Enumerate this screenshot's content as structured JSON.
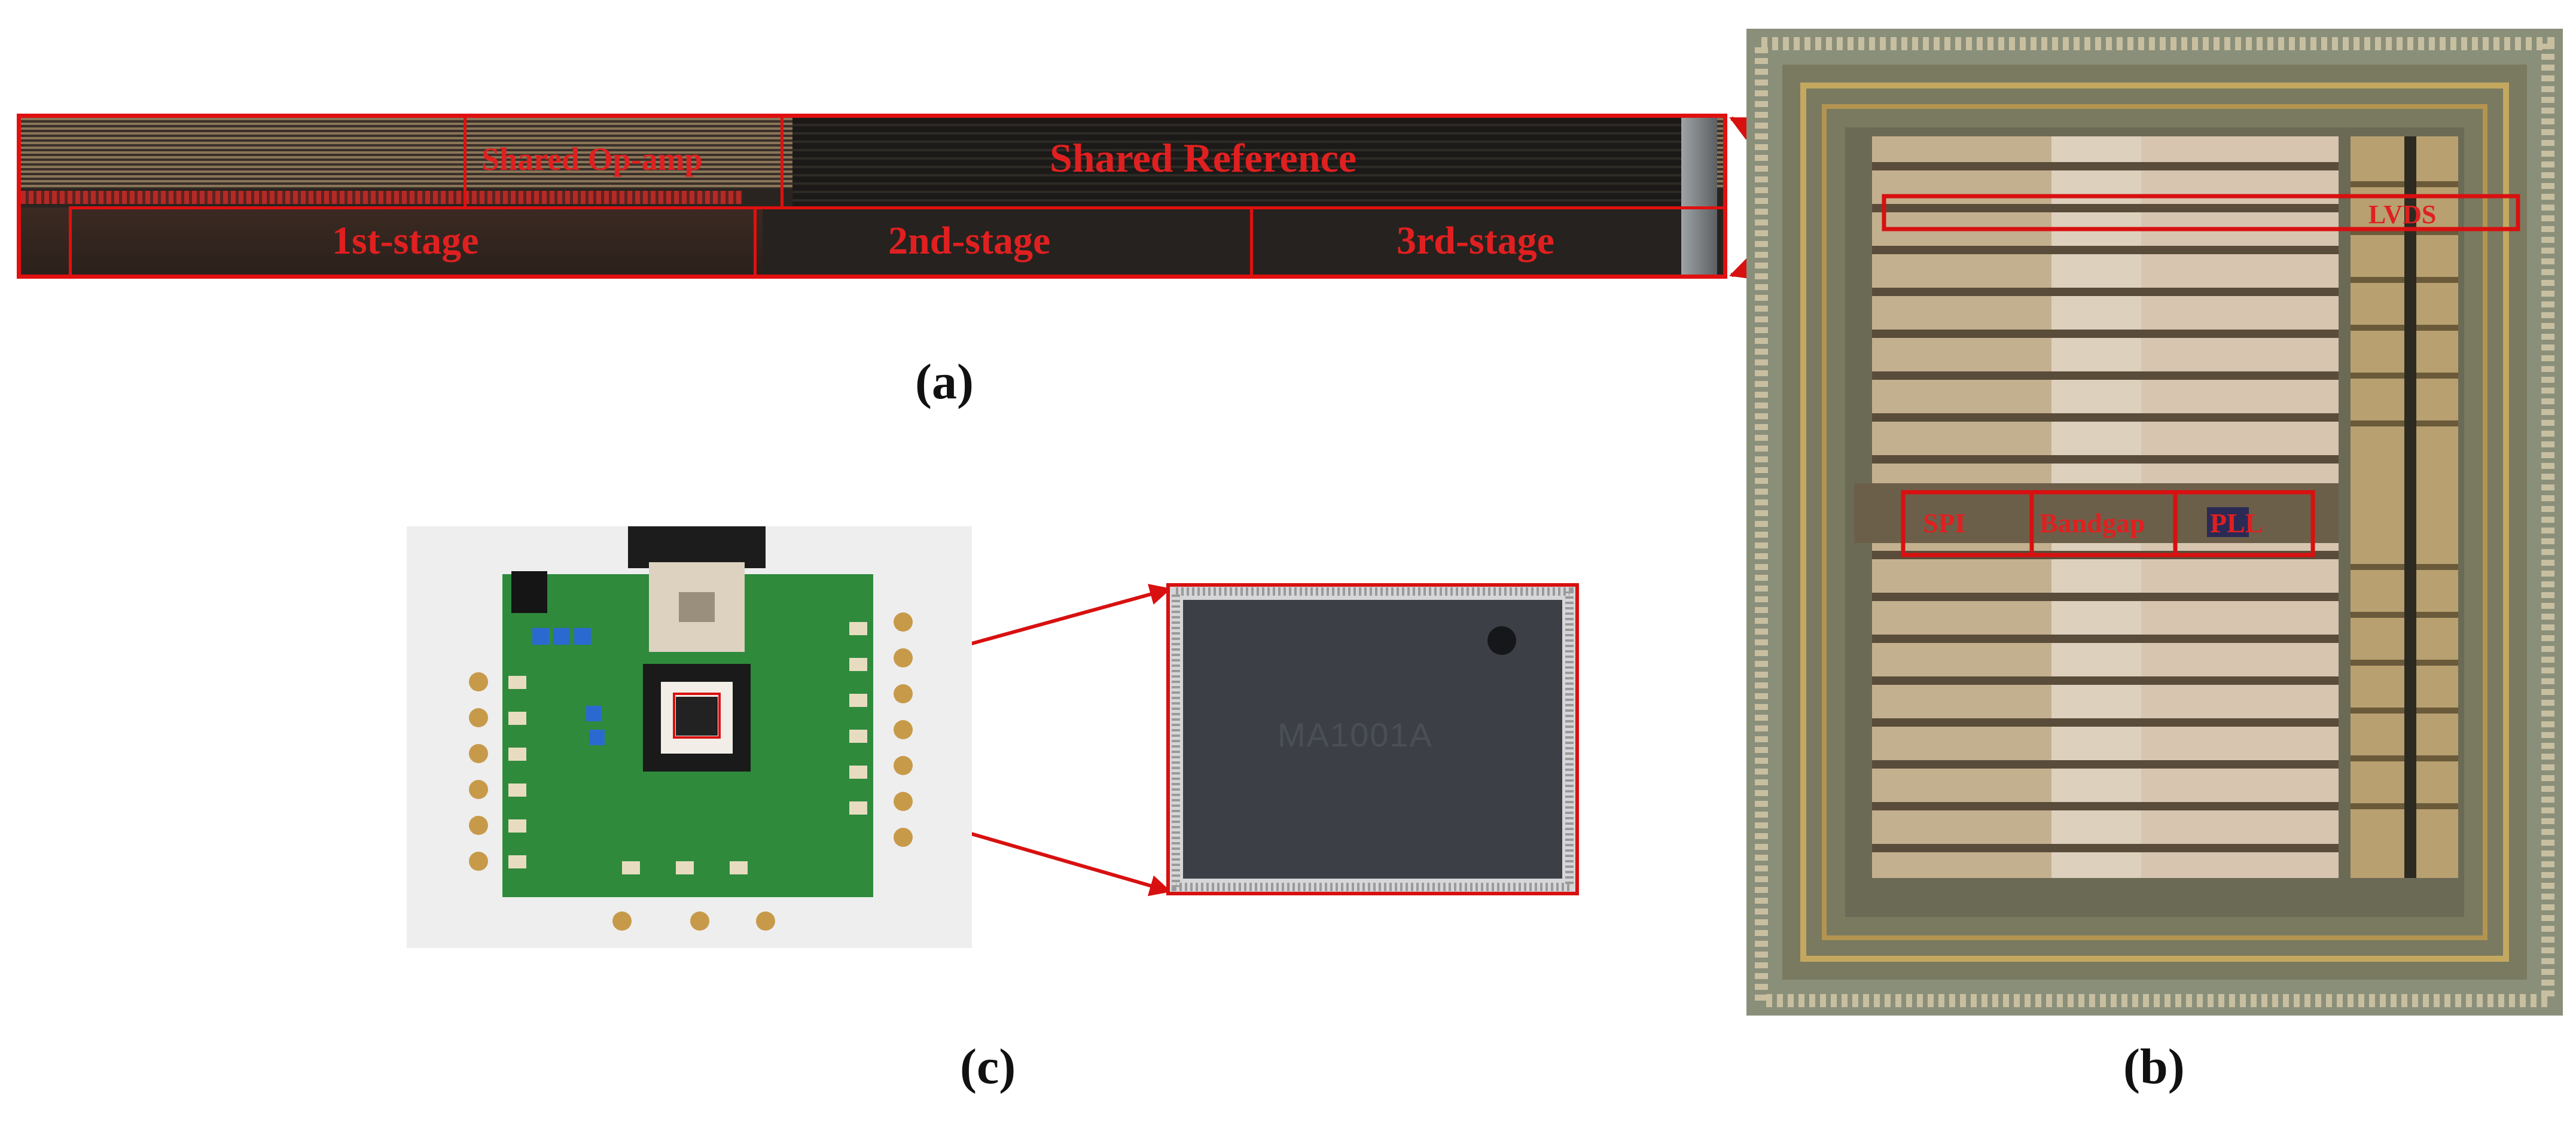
{
  "panel_a": {
    "label": "(a)",
    "regions": {
      "shared_opamp": "Shared Op-amp",
      "shared_reference": "Shared Reference",
      "stage1": "1st-stage",
      "stage2": "2nd-stage",
      "stage3": "3rd-stage"
    }
  },
  "panel_b": {
    "label": "(b)",
    "regions": {
      "lvds": "LVDS",
      "spi": "SPI",
      "bandgap": "Bandgap",
      "pll": "PLL"
    }
  },
  "panel_c": {
    "label": "(c)",
    "chip_marking": "MA1001A"
  },
  "colors": {
    "annotation_red": "#e01010",
    "pcb_green": "#2f8a3c",
    "die_gold": "#b89a5a"
  }
}
